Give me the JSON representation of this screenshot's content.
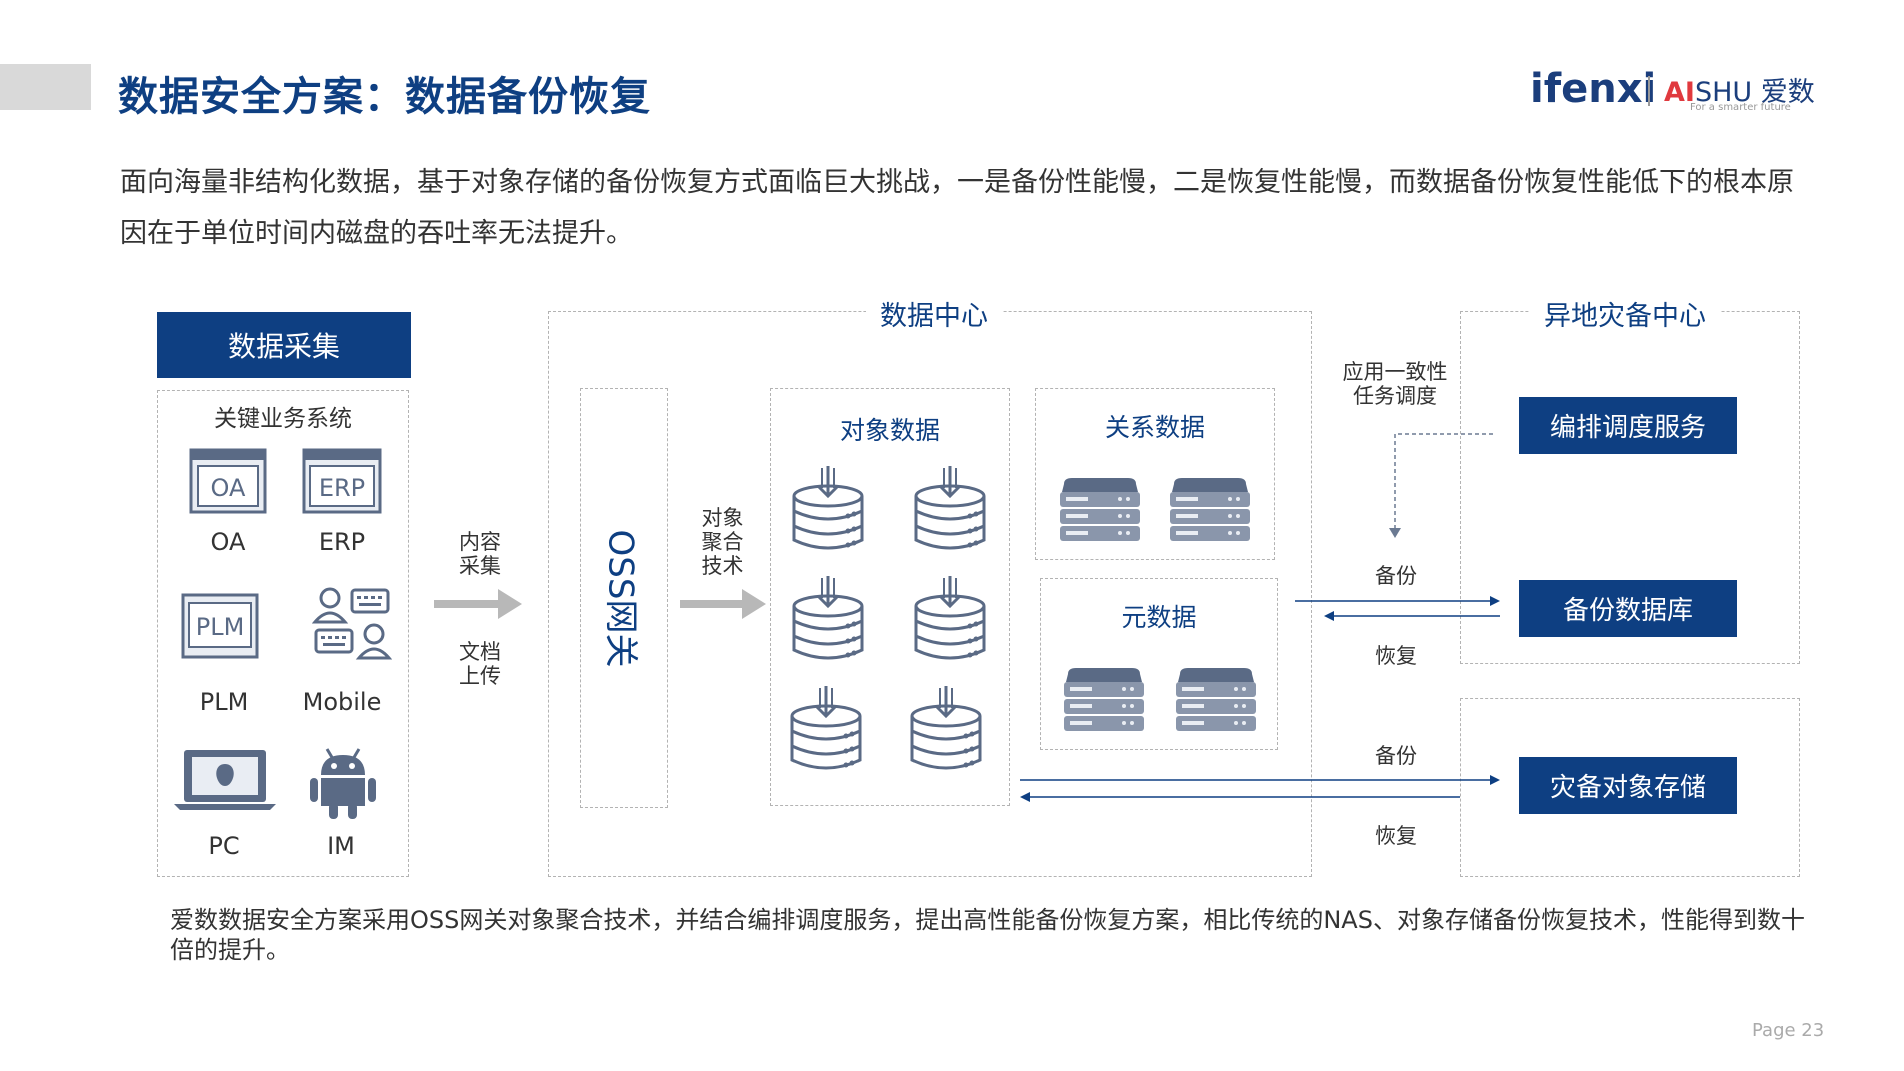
{
  "header": {
    "title": "数据安全方案：数据备份恢复",
    "logo_primary": "ifenxi",
    "logo_secondary_ai": "AI",
    "logo_secondary_rest": "SHU 爱数",
    "logo_tagline": "For a smarter future"
  },
  "intro_text": "面向海量非结构化数据，基于对象存储的备份恢复方式面临巨大挑战，一是备份性能慢，二是恢复性能慢，而数据备份恢复性能低下的根本原因在于单位时间内磁盘的吞吐率无法提升。",
  "diagram": {
    "collection": {
      "header": "数据采集",
      "subtitle": "关键业务系统",
      "items": [
        {
          "label": "OA",
          "icon_text": "OA"
        },
        {
          "label": "ERP",
          "icon_text": "ERP"
        },
        {
          "label": "PLM",
          "icon_text": "PLM"
        },
        {
          "label": "Mobile"
        },
        {
          "label": "PC"
        },
        {
          "label": "IM"
        }
      ]
    },
    "arrow1": {
      "top": "内容\n采集",
      "bottom": "文档\n上传"
    },
    "datacenter": {
      "title": "数据中心",
      "gateway": "OSS网关",
      "arrow_label": "对象\n聚合\n技术",
      "object_data": "对象数据",
      "relation_data": "关系数据",
      "meta_data": "元数据"
    },
    "links": {
      "schedule_label": "应用一致性\n任务调度",
      "backup1": "备份",
      "restore1": "恢复",
      "backup2": "备份",
      "restore2": "恢复"
    },
    "remote": {
      "title": "异地灾备中心",
      "orchestration": "编排调度服务",
      "backup_db": "备份数据库",
      "dr_storage": "灾备对象存储"
    }
  },
  "footer_text": "爱数数据安全方案采用OSS网关对象聚合技术，并结合编排调度服务，提出高性能备份恢复方案，相比传统的NAS、对象存储备份恢复技术，性能得到数十倍的提升。",
  "page_number": "Page  23",
  "colors": {
    "navy": "#0e3f82",
    "icon": "#5a6a85",
    "arrow_gray": "#b8b8b8"
  }
}
